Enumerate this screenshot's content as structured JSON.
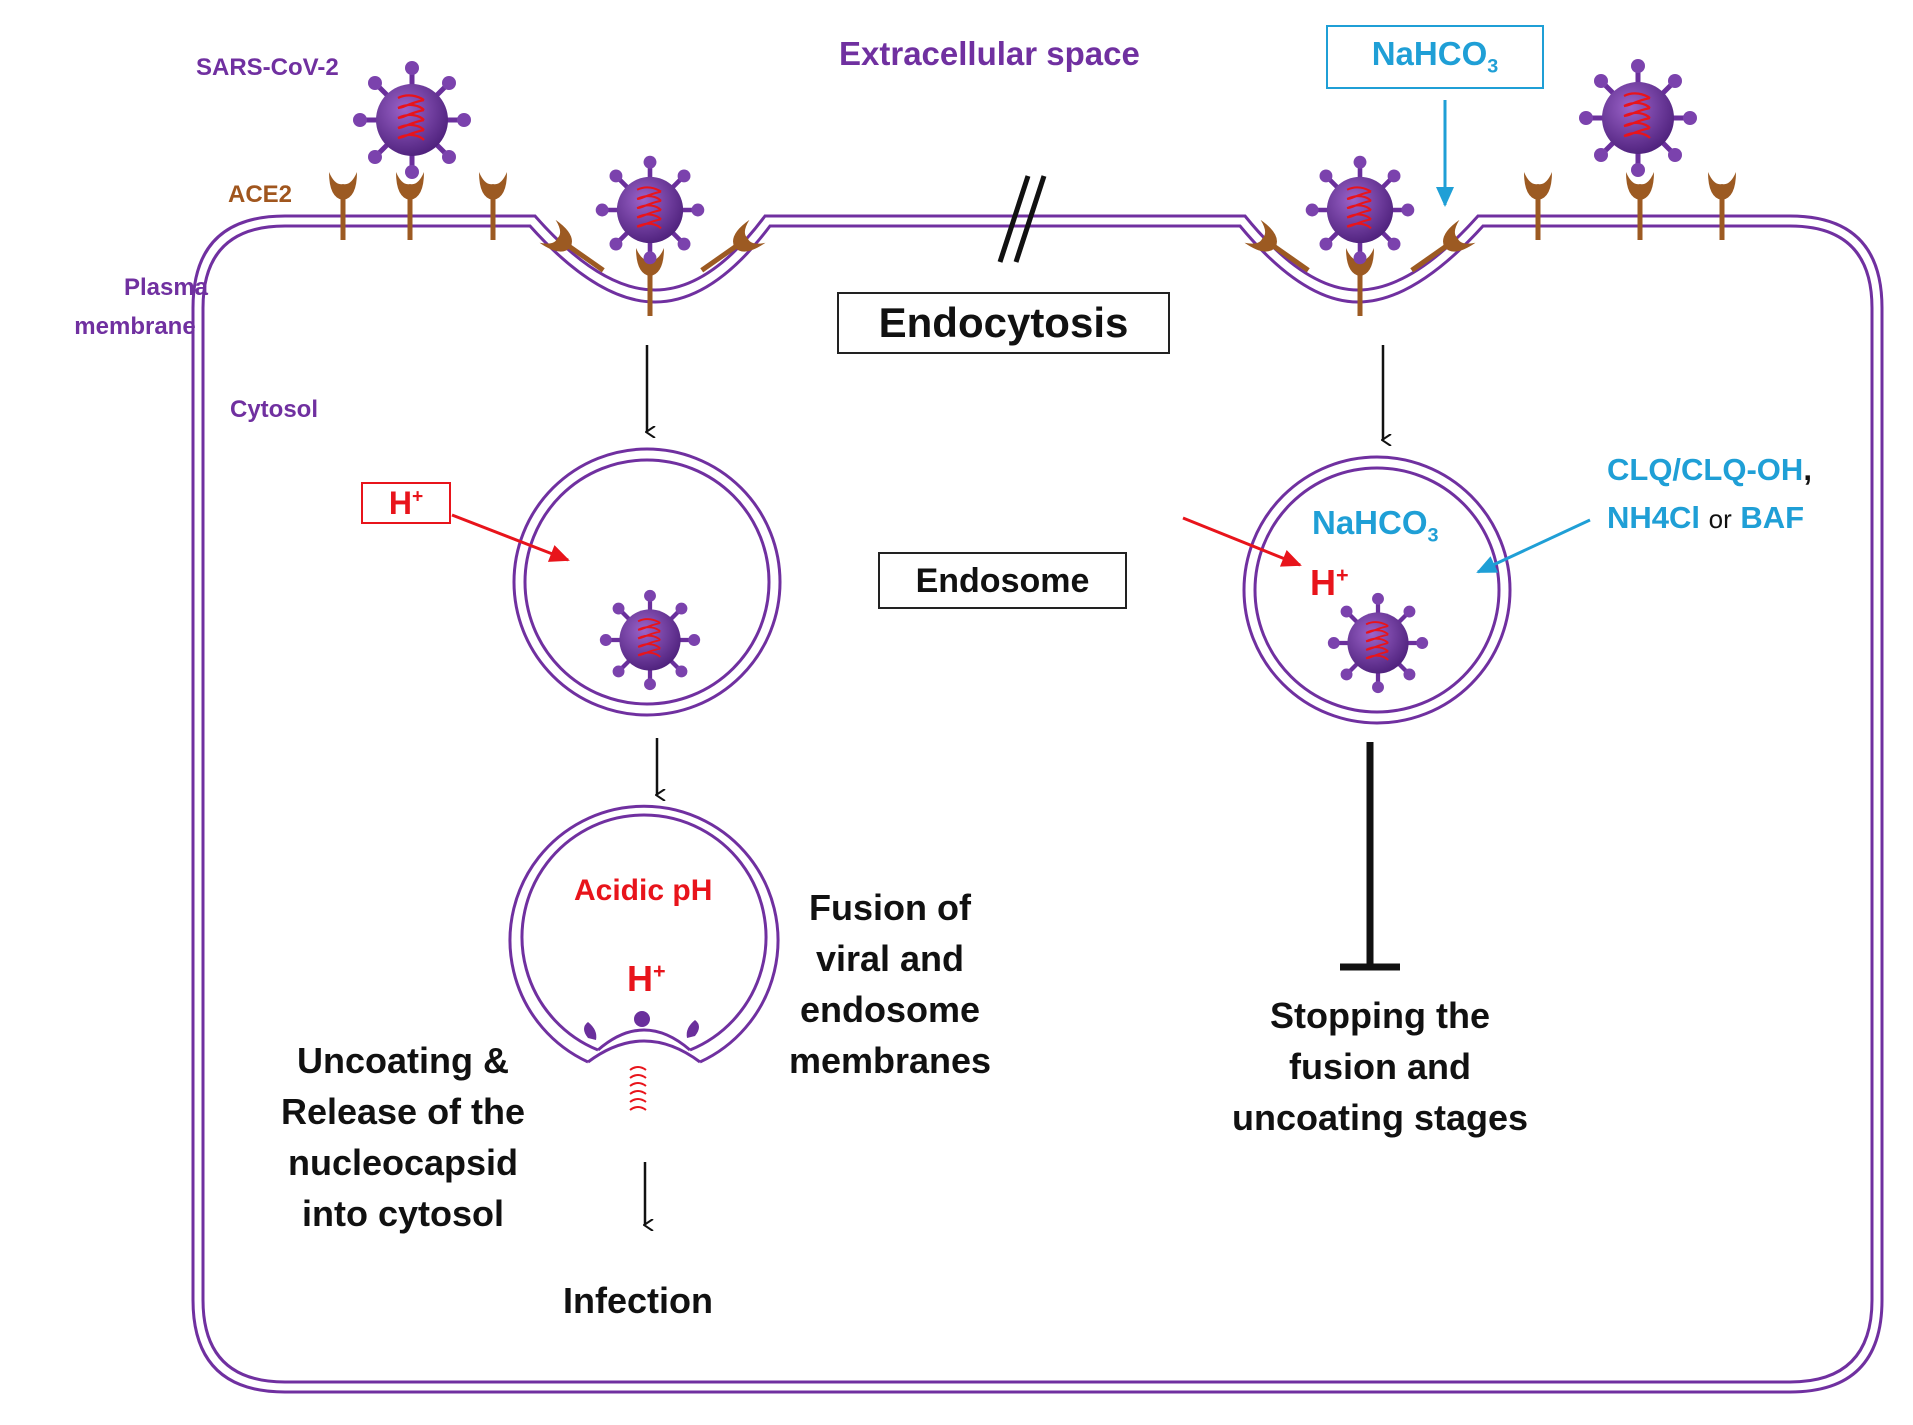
{
  "labels": {
    "sars_cov_2": "SARS-CoV-2",
    "ace2": "ACE2",
    "plasma_membrane_1": "Plasma",
    "plasma_membrane_2": "membrane",
    "cytosol": "Cytosol",
    "extracellular_space": "Extracellular space",
    "endocytosis": "Endocytosis",
    "endosome": "Endosome",
    "acidic_ph": "Acidic pH",
    "proton": "H",
    "proton_charge": "+",
    "nahco3_base": "NaHCO",
    "nahco3_sub": "3",
    "inhibitor_1": "CLQ/CLQ-OH",
    "inhibitor_comma": ",",
    "inhibitor_2": "NH4Cl",
    "inhibitor_or": "or",
    "inhibitor_3": "BAF",
    "fusion_lines": [
      "Fusion of",
      "viral and",
      "endosome",
      "membranes"
    ],
    "uncoating_lines": [
      "Uncoating &",
      "Release of the",
      "nucleocapsid",
      "into cytosol"
    ],
    "infection": "Infection",
    "stopping_lines": [
      "Stopping the",
      "fusion and",
      "uncoating stages"
    ]
  },
  "colors": {
    "membrane": "#7030a0",
    "virus": "#6a2f9c",
    "receptor": "#9c5a22",
    "proton": "#e8141b",
    "drug": "#1f9fd6",
    "text": "#111111"
  },
  "icons": {
    "virus": "virus-icon",
    "receptor": "ace2-receptor-icon",
    "rna": "rna-helix-icon"
  }
}
